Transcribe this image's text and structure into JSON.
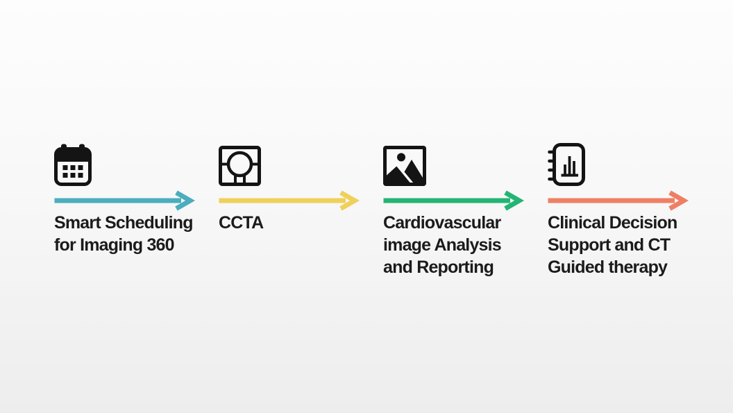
{
  "page": {
    "background_top": "#fdfdfd",
    "background_bottom": "#ededed",
    "text_color": "#1b1b1b",
    "icon_color": "#141414"
  },
  "steps": [
    {
      "icon": "calendar-icon",
      "arrow_color": "#4badbe",
      "label_lines": [
        "Smart Scheduling",
        "for Imaging 360"
      ]
    },
    {
      "icon": "ct-scanner-icon",
      "arrow_color": "#f0d05a",
      "label_lines": [
        "CCTA"
      ]
    },
    {
      "icon": "medical-image-icon",
      "arrow_color": "#22b573",
      "label_lines": [
        "Cardiovascular",
        "image Analysis",
        "and Reporting"
      ]
    },
    {
      "icon": "notebook-chart-icon",
      "arrow_color": "#ef7f64",
      "label_lines": [
        "Clinical Decision",
        "Support and CT",
        "Guided therapy"
      ]
    }
  ]
}
